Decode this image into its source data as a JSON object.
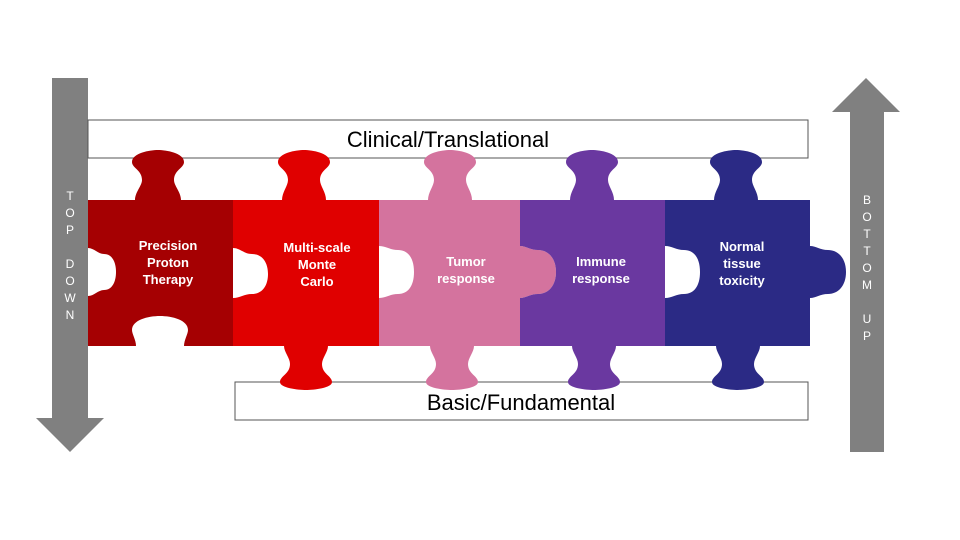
{
  "colors": {
    "arrow": "#808080",
    "box_stroke": "#555555",
    "piece_1": "#A50002",
    "piece_2": "#E00000",
    "piece_3": "#D4739E",
    "piece_4": "#6A38A0",
    "piece_5": "#2B2A85",
    "text_on_piece": "#ffffff"
  },
  "top_box": {
    "label": "Clinical/Translational"
  },
  "bottom_box": {
    "label": "Basic/Fundamental"
  },
  "left_arrow": {
    "direction": "down",
    "letters": [
      "T",
      "O",
      "P",
      "",
      "D",
      "O",
      "W",
      "N"
    ]
  },
  "right_arrow": {
    "direction": "up",
    "letters": [
      "B",
      "O",
      "T",
      "T",
      "O",
      "M",
      "",
      "U",
      "P"
    ]
  },
  "pieces": [
    {
      "lines": [
        "Precision",
        "Proton",
        "Therapy"
      ],
      "color": "#A50002"
    },
    {
      "lines": [
        "Multi-scale",
        "Monte",
        "Carlo"
      ],
      "color": "#E00000"
    },
    {
      "lines": [
        "Tumor",
        "response"
      ],
      "color": "#D4739E"
    },
    {
      "lines": [
        "Immune",
        "response"
      ],
      "color": "#6A38A0"
    },
    {
      "lines": [
        "Normal",
        "tissue",
        "toxicity"
      ],
      "color": "#2B2A85"
    }
  ]
}
